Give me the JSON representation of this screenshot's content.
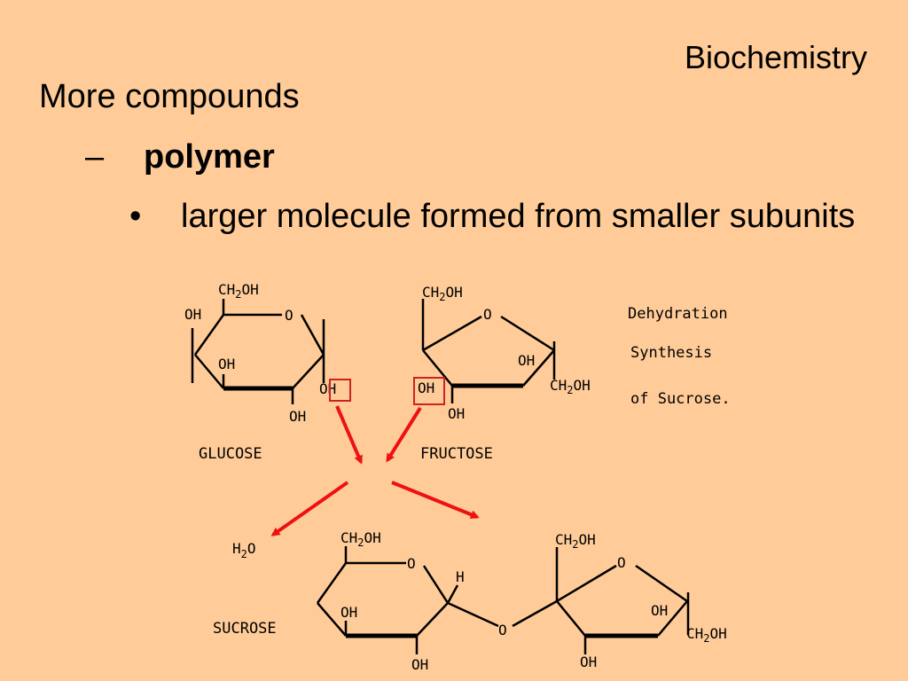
{
  "slide": {
    "header": "Biochemistry",
    "heading": "More compounds",
    "sub_dash": "–",
    "sub_term": "polymer",
    "bullet": "•",
    "bullet_text": "larger molecule formed from smaller subunits"
  },
  "diagram": {
    "caption_lines": [
      "Dehydration",
      "Synthesis",
      "of Sucrose."
    ],
    "glucose_label": "GLUCOSE",
    "fructose_label": "FRUCTOSE",
    "sucrose_label": "SUCROSE",
    "oh": "OH",
    "o": "O",
    "h": "H",
    "ch2oh": [
      "CH",
      "2",
      "OH"
    ],
    "h2o": [
      "H",
      "2",
      "O"
    ],
    "colors": {
      "arrow": "#EE1111",
      "highlight": "#CC2222",
      "line": "#000000"
    }
  }
}
